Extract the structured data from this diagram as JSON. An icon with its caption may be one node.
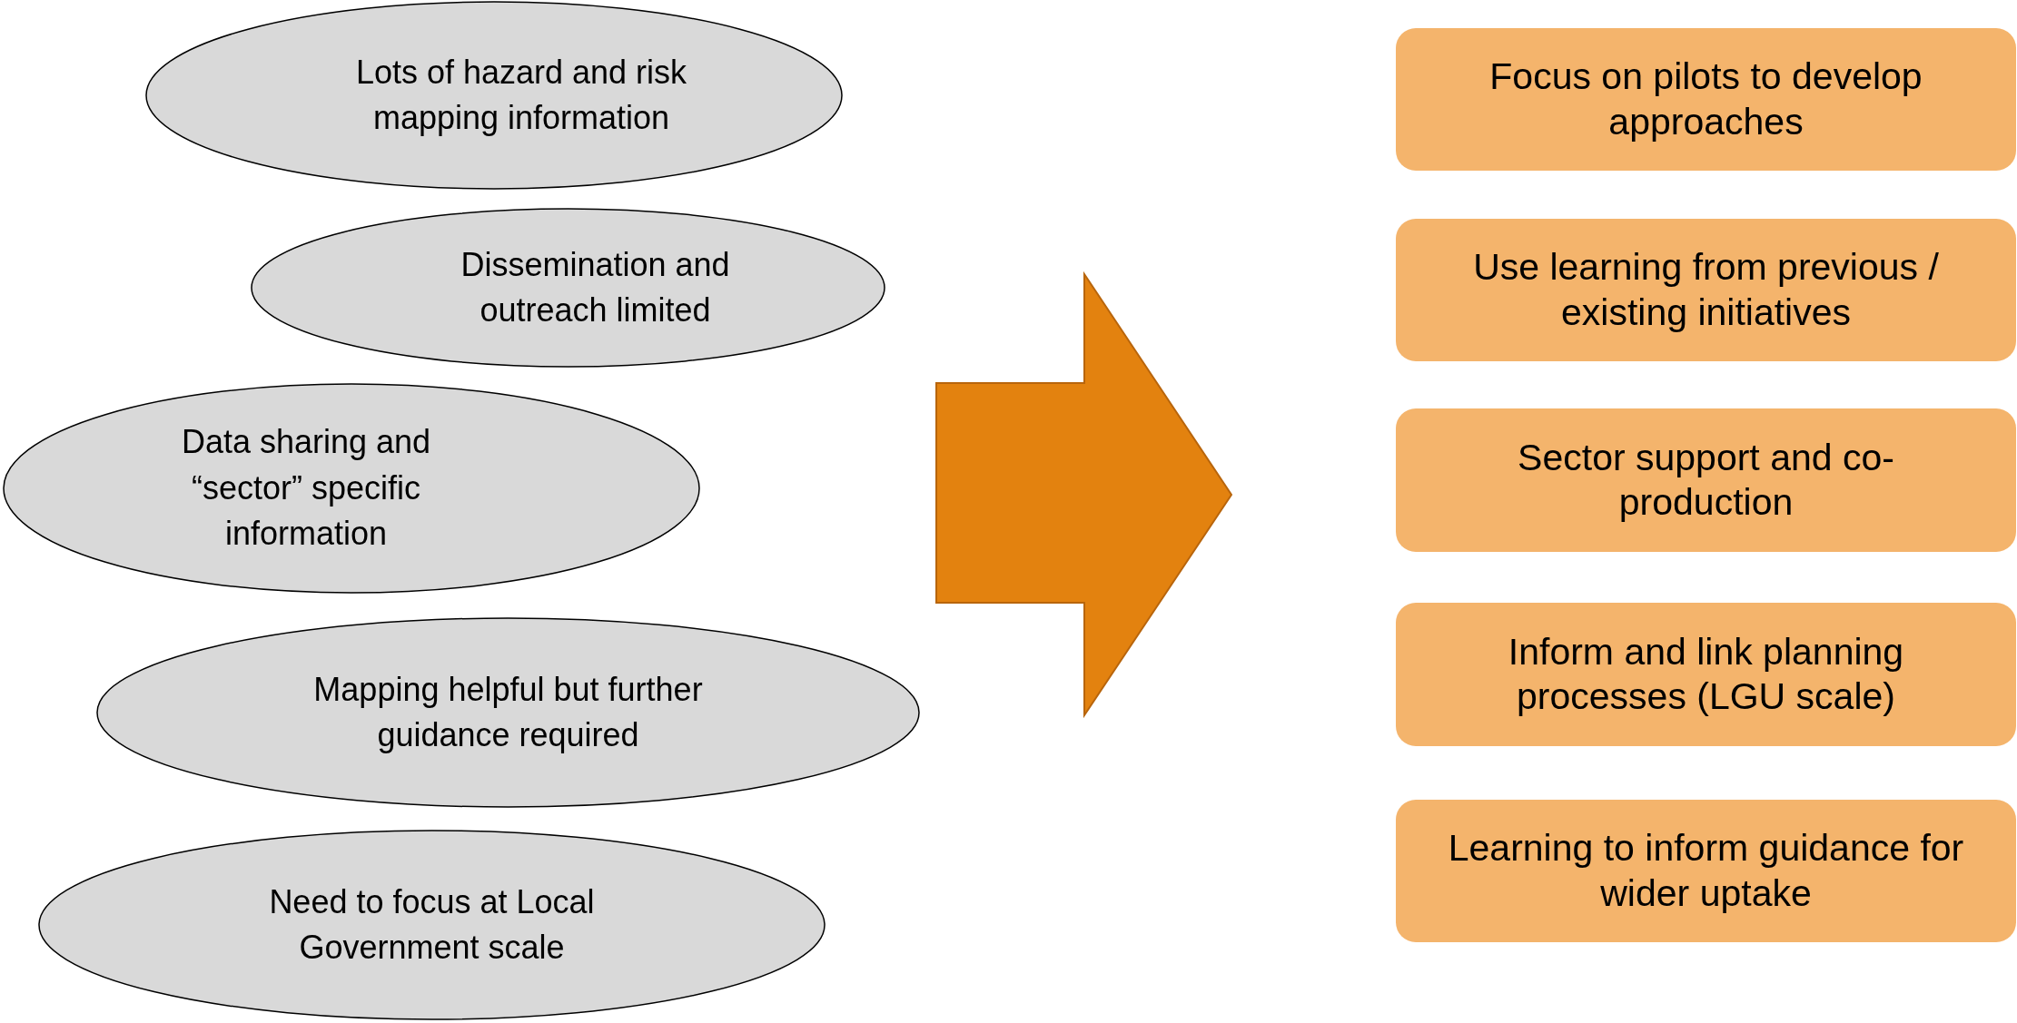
{
  "diagram": {
    "nodes": [
      {
        "text": [
          "Lots of hazard and risk mapping information"
        ]
      },
      {
        "text": [
          "Dissemination  and outreach limited"
        ]
      },
      {
        "text": [
          "Data sharing and “sector” specific information"
        ]
      },
      {
        "text": [
          "Mapping helpful but further guidance required"
        ]
      },
      {
        "text": [
          "Need to focus at Local Government scale"
        ]
      },
      {
        "text": [
          "Focus on pilots to develop approaches"
        ]
      },
      {
        "text": [
          "Use  learning from previous / existing initiatives"
        ]
      },
      {
        "text": [
          "Sector support and co-production"
        ]
      },
      {
        "text": [
          "Inform and link planning processes (LGU scale)"
        ]
      },
      {
        "text": [
          "Learning to inform guidance for wider uptake"
        ]
      }
    ]
  }
}
